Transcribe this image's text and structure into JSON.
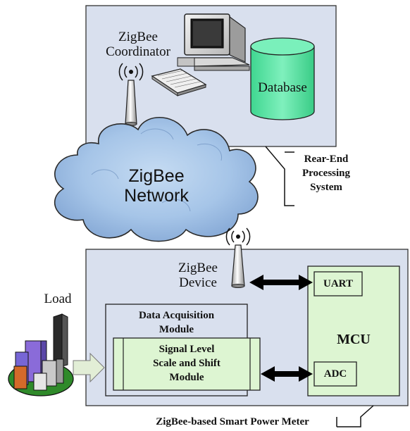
{
  "labels": {
    "zigbee_coordinator": [
      "ZigBee",
      "Coordinator"
    ],
    "database": "Database",
    "rear_end": [
      "Rear-End",
      "Processing",
      "System"
    ],
    "zigbee_network": [
      "ZigBee",
      "Network"
    ],
    "zigbee_device": [
      "ZigBee",
      "Device"
    ],
    "load": "Load",
    "data_acquisition": [
      "Data Acquisition",
      "Module"
    ],
    "signal_level": [
      "Signal Level",
      "Scale and Shift",
      "Module"
    ],
    "uart": "UART",
    "mcu": "MCU",
    "adc": "ADC",
    "smart_meter": "ZigBee-based Smart Power Meter"
  },
  "colors": {
    "panel_fill": "#d9e0ee",
    "panel_stroke": "#333333",
    "module_fill": "#ddf5d2",
    "database_fill": "#5fe6a6",
    "cloud_fill": "#a8c7ea",
    "arrow_fill": "#000000",
    "load_arrow_fill": "#e2eed6"
  },
  "icons": {
    "computer": "desktop-computer-icon",
    "database": "database-cylinder-icon",
    "antenna": "antenna-icon",
    "cloud": "cloud-icon",
    "load": "city-buildings-icon"
  }
}
